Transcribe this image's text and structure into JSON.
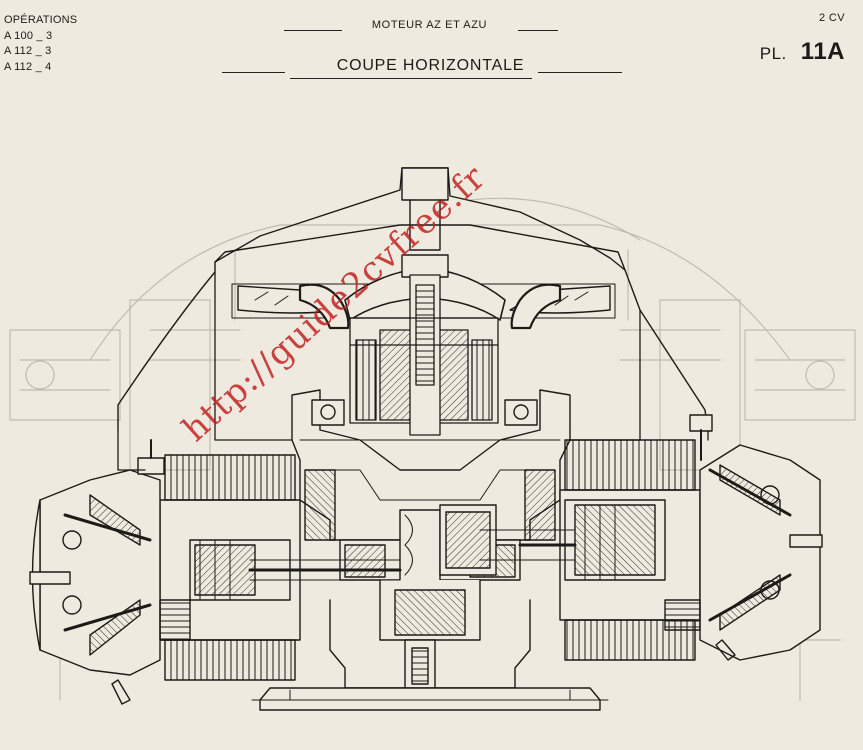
{
  "header": {
    "operations_label": "OPÉRATIONS",
    "operations": [
      "A  100 _ 3",
      "A  112 _ 3",
      "A  112 _ 4"
    ],
    "subtitle": "MOTEUR AZ ET AZU",
    "title": "COUPE HORIZONTALE",
    "model": "2 CV",
    "plate_prefix": "PL.",
    "plate_number": "11A"
  },
  "watermark": "http://guide2cvfree.fr",
  "colors": {
    "paper": "#efeadf",
    "ink": "#1d1b18",
    "ghost": "#bdb6aa",
    "watermark": "#c11d1d"
  }
}
